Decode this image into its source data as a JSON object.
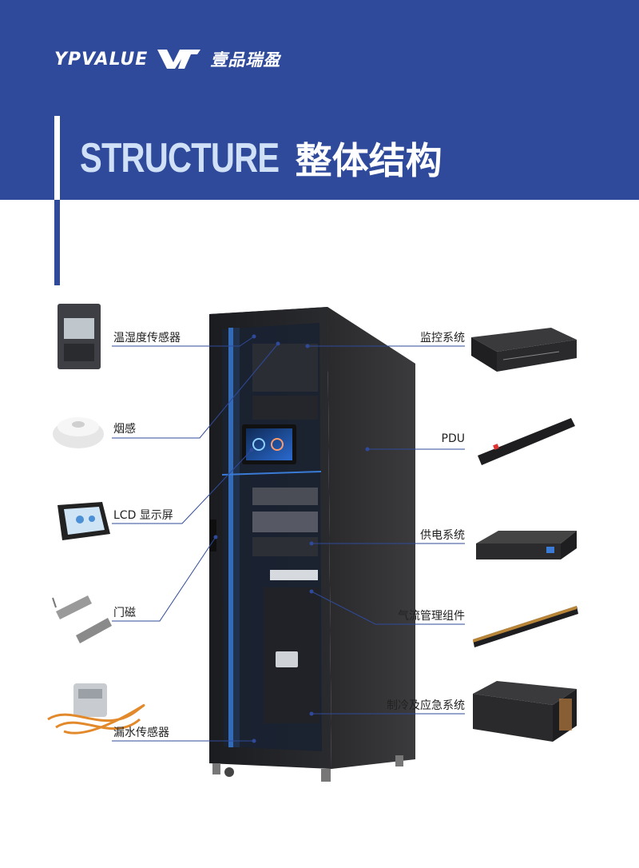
{
  "header": {
    "brand_en": "YPVALUE",
    "brand_cn": "壹品瑞盈",
    "title_en": "STRUCTURE",
    "title_cn": "整体结构"
  },
  "components_left": [
    {
      "label": "温湿度传感器",
      "icon": "temperature-humidity-sensor"
    },
    {
      "label": "烟感",
      "icon": "smoke-detector"
    },
    {
      "label": "LCD 显示屏",
      "icon": "lcd-display"
    },
    {
      "label": "门磁",
      "icon": "door-magnetic-sensor"
    },
    {
      "label": "漏水传感器",
      "icon": "water-leak-sensor"
    }
  ],
  "components_right": [
    {
      "label": "监控系统",
      "icon": "monitoring-unit"
    },
    {
      "label": "PDU",
      "icon": "pdu-power-strip"
    },
    {
      "label": "供电系统",
      "icon": "ups-power-supply"
    },
    {
      "label": "气流管理组件",
      "icon": "airflow-blanking-panel"
    },
    {
      "label": "制冷及应急系统",
      "icon": "cooling-unit"
    }
  ],
  "colors": {
    "brand_blue": "#2f4a9a",
    "title_en": "#cfe0f7",
    "connector_line": "#2f4a9a",
    "cabinet_glow": "#3a7bd5"
  }
}
